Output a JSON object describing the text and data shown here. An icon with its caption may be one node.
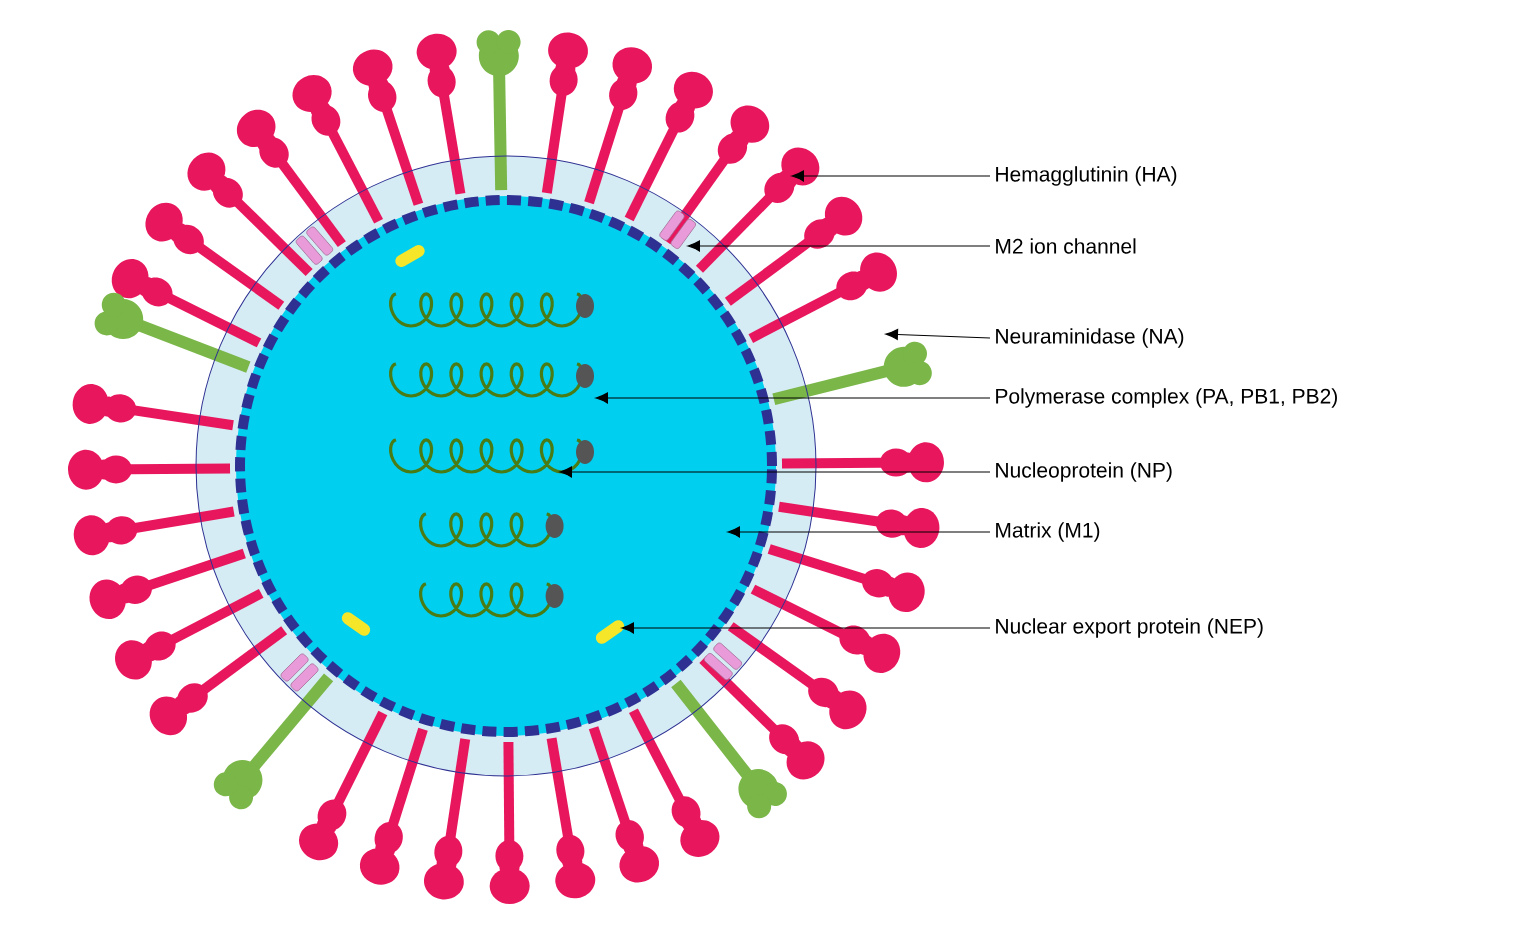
{
  "diagram": {
    "nodes": [
      {
        "text": [
          "Hemagglutinin (HA)"
        ]
      },
      {
        "text": [
          "M2 ion channel"
        ]
      },
      {
        "text": [
          "Neuraminidase (NA)"
        ]
      },
      {
        "text": [
          "Polymerase complex (PA, PB1, PB2)"
        ]
      },
      {
        "text": [
          "Nucleoprotein (NP)"
        ]
      },
      {
        "text": [
          "Matrix (M1)"
        ]
      },
      {
        "text": [
          "Nuclear export protein (NEP)"
        ]
      }
    ],
    "edges": [
      {
        "from": 0,
        "to": null,
        "arrow": "to"
      },
      {
        "from": 1,
        "to": null,
        "arrow": "to"
      },
      {
        "from": 2,
        "to": null,
        "arrow": "to"
      },
      {
        "from": 3,
        "to": null,
        "arrow": "to"
      },
      {
        "from": 4,
        "to": null,
        "arrow": "to"
      },
      {
        "from": 5,
        "to": null,
        "arrow": "to"
      },
      {
        "from": 6,
        "to": null,
        "arrow": "to"
      }
    ]
  }
}
